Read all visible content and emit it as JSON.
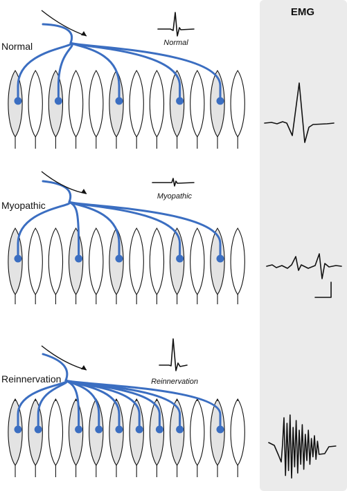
{
  "emg_panel": {
    "heading": "EMG",
    "background": "#ebebeb"
  },
  "colors": {
    "axon": "#3b6ec1",
    "innervated_fiber": "#e3e3e3",
    "fiber": "#ffffff"
  },
  "panels": [
    {
      "id": "normal",
      "label": "Normal",
      "muap_label": "Normal",
      "fiber_count": 12,
      "innervated_fibers": [
        1,
        3,
        6,
        9,
        11
      ],
      "emg_pattern": "normal"
    },
    {
      "id": "myopathic",
      "label": "Myopathic",
      "muap_label": "Myopathic",
      "fiber_count": 12,
      "innervated_fibers": [
        1,
        4,
        6,
        9,
        11
      ],
      "emg_pattern": "myopathic"
    },
    {
      "id": "reinnervation",
      "label": "Reinnervation",
      "muap_label": "Reinnervation",
      "fiber_count": 12,
      "innervated_fibers": [
        1,
        2,
        4,
        5,
        6,
        7,
        8,
        9,
        11
      ],
      "emg_pattern": "polyphasic"
    }
  ]
}
